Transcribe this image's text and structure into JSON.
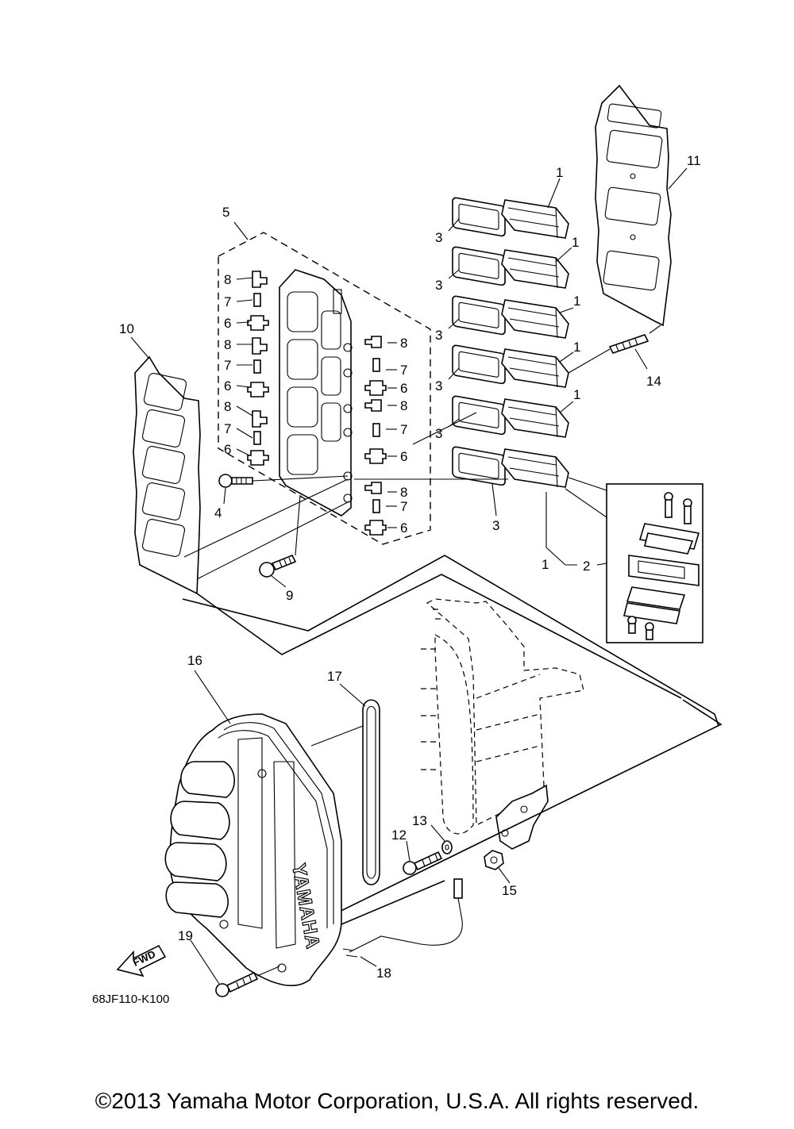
{
  "callouts": {
    "p1": "1",
    "p2": "2",
    "p3": "3",
    "p4": "4",
    "p5": "5",
    "p6": "6",
    "p7": "7",
    "p8": "8",
    "p9": "9",
    "p10": "10",
    "p11": "11",
    "p12": "12",
    "p13": "13",
    "p14": "14",
    "p15": "15",
    "p16": "16",
    "p17": "17",
    "p18": "18",
    "p19": "19"
  },
  "diagram_code": "68JF110-K100",
  "brand_text": "YAMAHA",
  "fwd_label": "FWD",
  "copyright": "©2013 Yamaha Motor Corporation, U.S.A. All rights reserved."
}
